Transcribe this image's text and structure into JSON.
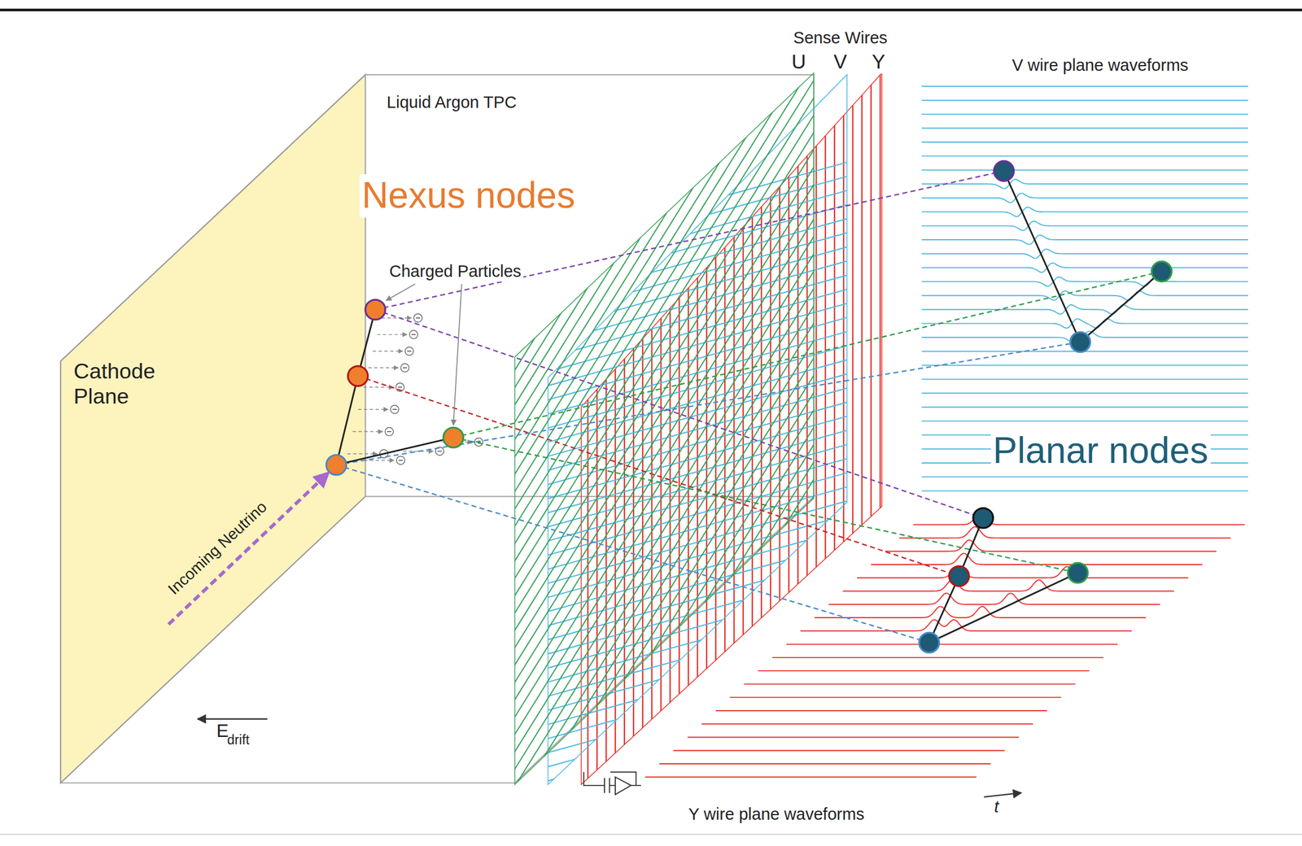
{
  "diagram": {
    "labels": [
      "Sense Wires",
      "U",
      "V",
      "Y",
      "V wire plane waveforms",
      "Liquid Argon TPC",
      "Nexus nodes",
      "Charged Particles",
      "Cathode Plane",
      "Planar nodes",
      "Incoming Neutrino",
      "E",
      "drift",
      "Y wire plane waveforms",
      "t"
    ]
  }
}
